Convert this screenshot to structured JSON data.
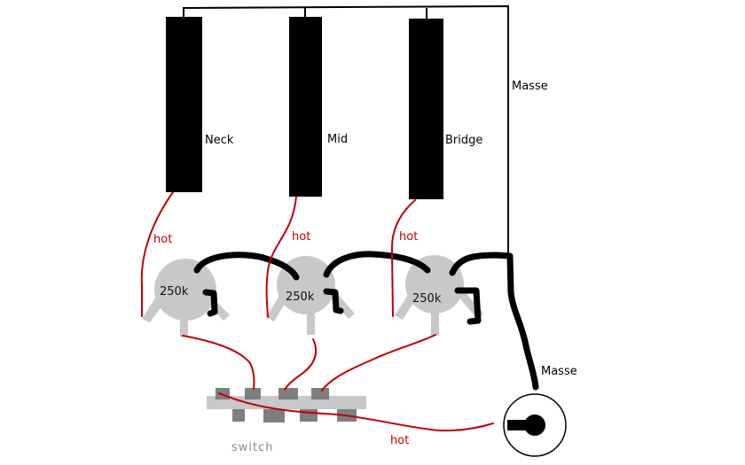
{
  "pickups": [
    {
      "name": "Neck"
    },
    {
      "name": "Mid"
    },
    {
      "name": "Bridge"
    }
  ],
  "pots": [
    {
      "value": "250k"
    },
    {
      "value": "250k"
    },
    {
      "value": "250k"
    }
  ],
  "labels": {
    "ground_top": "Masse",
    "ground_jack": "Masse",
    "hot": "hot",
    "switch": "switch"
  },
  "colors": {
    "pickup": "#000000",
    "ground_wire": "#000000",
    "hot_wire": "#c00000",
    "pot": "#c8c8c8",
    "switch": "#c8c8c8",
    "switch_lug": "#7f7f7f",
    "jack": "#000000"
  }
}
